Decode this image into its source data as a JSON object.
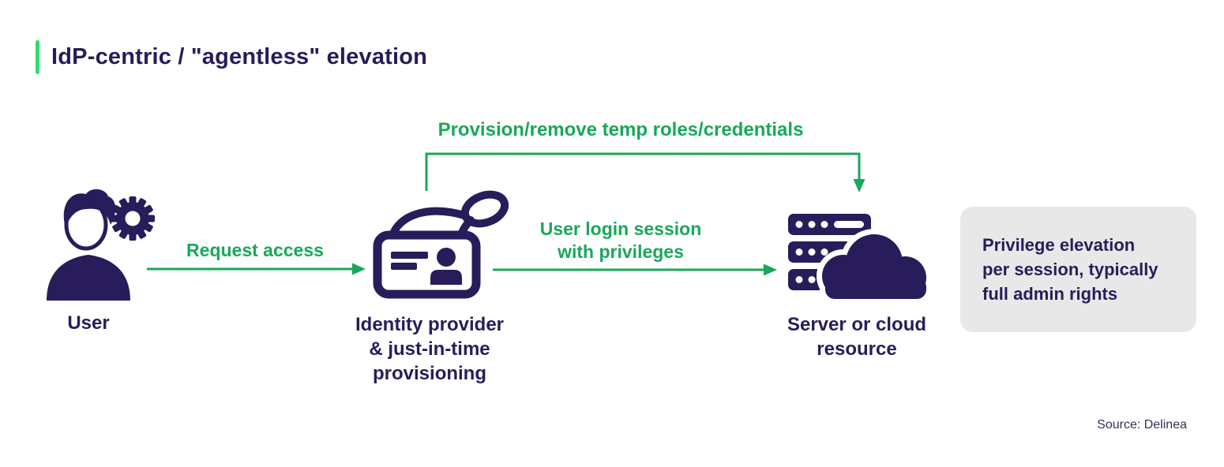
{
  "header": {
    "title": "IdP-centric / \"agentless\" elevation"
  },
  "diagram": {
    "nodes": [
      {
        "id": "user",
        "icon": "user-gear-icon",
        "label_lines": [
          "User"
        ]
      },
      {
        "id": "identity-provider",
        "icon": "id-badge-icon",
        "label_lines": [
          "Identity provider",
          "& just-in-time",
          "provisioning"
        ]
      },
      {
        "id": "server-cloud",
        "icon": "server-cloud-icon",
        "label_lines": [
          "Server or cloud",
          "resource"
        ]
      }
    ],
    "arrows": [
      {
        "id": "request-access",
        "label_lines": [
          "Request access"
        ]
      },
      {
        "id": "login-session",
        "label_lines": [
          "User login session",
          "with privileges"
        ]
      },
      {
        "id": "provision-remove",
        "label_lines": [
          "Provision/remove temp roles/credentials"
        ]
      }
    ],
    "callout": {
      "lines": [
        "Privilege elevation",
        "per session, typically",
        "full admin rights"
      ]
    }
  },
  "footer": {
    "source": "Source: Delinea"
  },
  "colors": {
    "navy": "#291C5A",
    "green": "#19A85A",
    "accent_green": "#2BDF6C",
    "callout_bg": "#E9E8E8",
    "background": "#FFFFFF"
  }
}
